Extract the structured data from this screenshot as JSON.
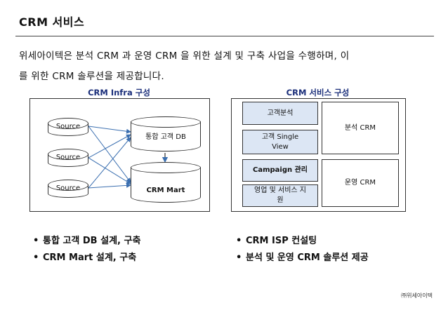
{
  "title": "CRM 서비스",
  "intro": {
    "line1": "위세아이텍은 분석 CRM 과 운영 CRM 을 위한 설계 및 구축 사업을 수행하며, 이",
    "line2": "를 위한 CRM 솔루션을 제공합니다."
  },
  "left_panel": {
    "title": "CRM Infra 구성",
    "sources": [
      "Source",
      "Source",
      "Source"
    ],
    "db": "통합 고객 DB",
    "mart": "CRM Mart"
  },
  "right_panel": {
    "title": "CRM 서비스 구성",
    "boxes": {
      "customer_analysis": "고객분석",
      "customer_single_view": "고객 Single View",
      "campaign": "Campaign 관리",
      "sales_service": "영업 및 서비스 지원",
      "analysis_crm": "분석 CRM",
      "operation_crm": "운영 CRM"
    }
  },
  "bullets_left": [
    "통합 고객 DB 설계, 구축",
    "CRM Mart 설계, 구축"
  ],
  "bullets_right": [
    "CRM ISP 컨설팅",
    "분석 및 운영 CRM 솔루션 제공"
  ],
  "bullet_marker": "•",
  "footer": "㈜위세아이텍",
  "colors": {
    "panel_title": "#1a2e7a",
    "box_fill": "#dce6f4",
    "line": "#3b6fb0"
  }
}
